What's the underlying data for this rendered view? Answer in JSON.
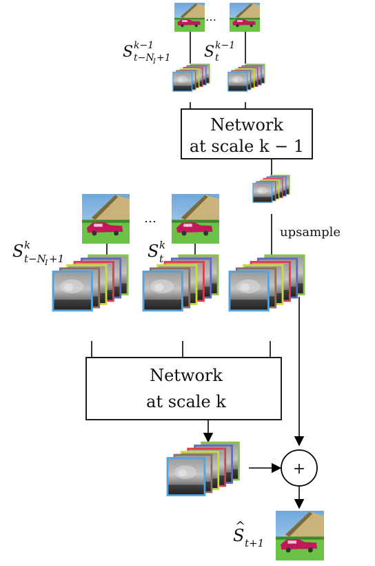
{
  "frame_border_colors": [
    "#8bc34a",
    "#5c6bc0",
    "#e53950",
    "#cddc39",
    "#8d6e63",
    "#4fa3e0"
  ],
  "coarse_scale": {
    "input_label_first": "S^{k-1}_{t-N_I+1}",
    "input_label_last": "S^{k-1}_t",
    "ellipsis": "…",
    "network_box": {
      "line1": "Network",
      "line2": "at scale k − 1"
    }
  },
  "upsample_label": "upsample",
  "fine_scale": {
    "input_label_first": "S^k_{t-N_I+1}",
    "input_label_last": "S^k_t",
    "ellipsis": "…",
    "network_box": {
      "line1": "Network",
      "line2": "at scale k"
    }
  },
  "sum_symbol": "+",
  "output_label": "Ŝ_{t+1}"
}
